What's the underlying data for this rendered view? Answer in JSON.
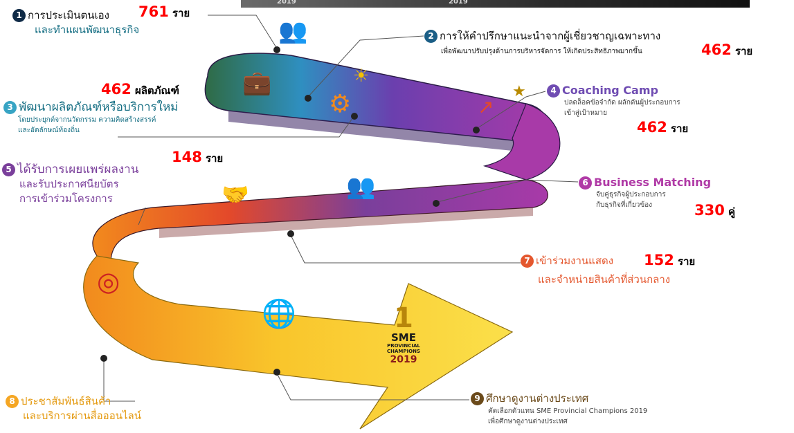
{
  "colors": {
    "step_badge": [
      "#0f2a46",
      "#1b5e86",
      "#37a4c4",
      "#6f4cb2",
      "#7a3f9b",
      "#b03aa6",
      "#e4572e",
      "#f5a623",
      "#444444"
    ],
    "stat_red": "#ff0000",
    "text_teal": "#136d82",
    "path_green": "#2f6b45",
    "path_blue": "#2f8fc0",
    "path_violet": "#6b3fae",
    "path_magenta": "#a83aa8",
    "path_red": "#e3492a",
    "path_orange": "#f28a1d",
    "path_yellow": "#f9c52b"
  },
  "banner": {
    "years": [
      "2019",
      "2019"
    ]
  },
  "steps": [
    {
      "no": "1",
      "lines": [
        "การประเมินตนเอง",
        "และทำแผนพัฒนาธุรกิจ"
      ],
      "stat_value": "761",
      "stat_unit": "ราย"
    },
    {
      "no": "2",
      "lines": [
        "การให้คำปรึกษาแนะนำจากผู้เชี่ยวชาญเฉพาะทาง",
        "เพื่อพัฒนาปรับปรุงด้านการบริหารจัดการ ให้เกิดประสิทธิภาพมากขึ้น"
      ],
      "stat_value": "462",
      "stat_unit": "ราย"
    },
    {
      "no": "3",
      "lines": [
        "พัฒนาผลิตภัณฑ์หรือบริการใหม่",
        "โดยประยุกต์จากนวัตกรรม ความคิดสร้างสรรค์",
        "และอัตลักษณ์ท้องถิ่น"
      ],
      "stat_value": "462",
      "stat_unit": "ผลิตภัณฑ์"
    },
    {
      "no": "4",
      "lines": [
        "Coaching Camp",
        "ปลดล็อคข้อจำกัด ผลักดันผู้ประกอบการ",
        "เข้าสู่เป้าหมาย"
      ],
      "stat_value": "462",
      "stat_unit": "ราย"
    },
    {
      "no": "5",
      "lines": [
        "ได้รับการเผยแพร่ผลงาน",
        "และรับประกาศนียบัตร",
        "การเข้าร่วมโครงการ"
      ],
      "stat_value": "148",
      "stat_unit": "ราย"
    },
    {
      "no": "6",
      "lines": [
        "Business Matching",
        "จับคู่ธุรกิจผู้ประกอบการ",
        "กับธุรกิจที่เกี่ยวข้อง"
      ],
      "stat_value": "330",
      "stat_unit": "คู่"
    },
    {
      "no": "7",
      "lines": [
        "เข้าร่วมงานแสดง",
        "และจำหน่ายสินค้าที่ส่วนกลาง"
      ],
      "stat_value": "152",
      "stat_unit": "ราย"
    },
    {
      "no": "8",
      "lines": [
        "ประชาสัมพันธ์สินค้า",
        "และบริการผ่านสื่อออนไลน์"
      ]
    },
    {
      "no": "9",
      "lines": [
        "ศึกษาดูงานต่างประเทศ",
        "คัดเลือกตัวแทน SME Provincial Champions 2019",
        "เพื่อศึกษาดูงานต่างประเทศ"
      ]
    }
  ],
  "logo": {
    "line1": "SME",
    "line2": "PROVINCIAL",
    "line3": "CHAMPIONS",
    "year": "2019"
  },
  "icons": [
    "business-people-icon",
    "consultant-icon",
    "gear-icon",
    "lightbulb-icon",
    "target-icon",
    "handshake-icon",
    "globe-icon",
    "trophy-icon",
    "growth-arrow-icon"
  ]
}
